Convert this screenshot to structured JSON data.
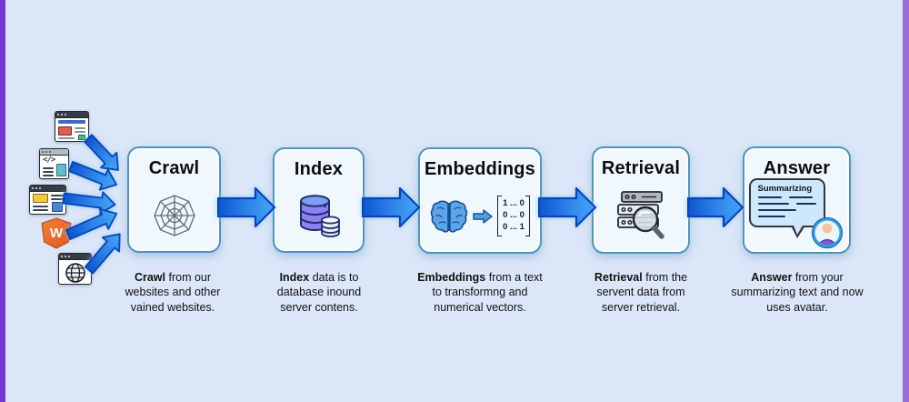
{
  "colors": {
    "background": "#dbe7f8",
    "frame_left": "#7437d6",
    "frame_right": "#9a6fd2",
    "box_bg": "#f0f8fe",
    "box_border": "#4e96bb",
    "arrow_start": "#0d55d0",
    "arrow_end": "#47a6f6",
    "arrow_stroke": "#0846b8",
    "logo_orange": "#ec6a2a"
  },
  "steps": [
    {
      "title": "Crawl",
      "icon": "spider-web-icon",
      "desc_bold": "Crawl",
      "desc_rest": "from our websites and other vained websites."
    },
    {
      "title": "Index",
      "icon": "database-icon",
      "desc_bold": "Index",
      "desc_rest": "data is to database inound server contens."
    },
    {
      "title": "Embeddings",
      "icon": "brain-to-matrix-icon",
      "desc_bold": "Embeddings",
      "desc_rest": "from a text to transformng and numerical vectors.",
      "matrix": [
        "1 ... 0",
        "0 ... 0",
        "0 ... 1"
      ]
    },
    {
      "title": "Retrieval",
      "icon": "server-search-icon",
      "desc_bold": "Retrieval",
      "desc_rest": "from the servent data from server retrieval."
    },
    {
      "title": "Answer",
      "icon": "chat-bubble-avatar-icon",
      "desc_bold": "Answer",
      "desc_rest": "from your summarizing text and now uses avatar.",
      "bubble_label": "Summarizing"
    }
  ],
  "sources": [
    {
      "name": "website-news-icon"
    },
    {
      "name": "website-code-icon",
      "glyph": "</>"
    },
    {
      "name": "website-layout-icon"
    },
    {
      "name": "w-shield-logo-icon",
      "letter": "W"
    },
    {
      "name": "website-globe-icon"
    }
  ]
}
